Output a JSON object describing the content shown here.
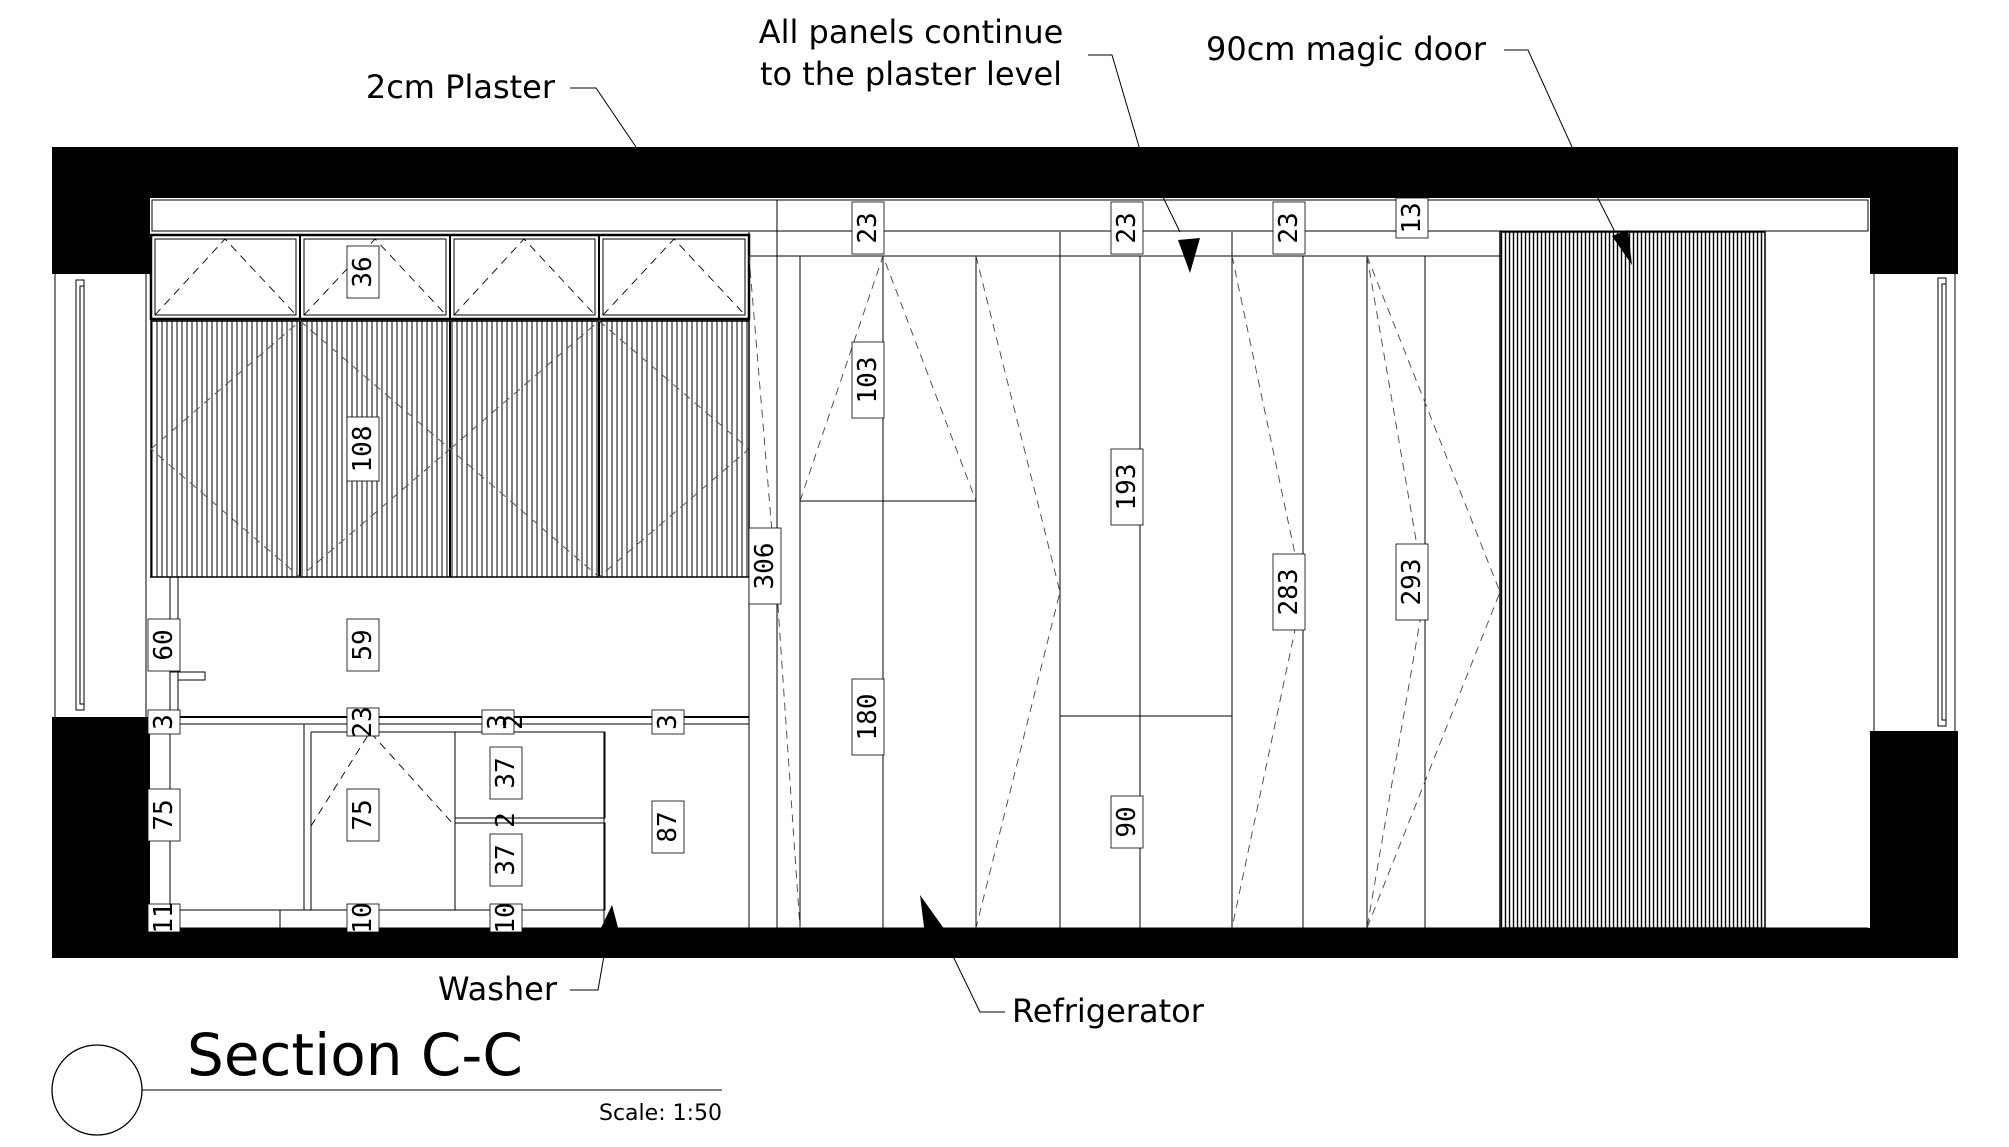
{
  "drawing": {
    "title": "Section C-C",
    "scale": "Scale: 1:50"
  },
  "callouts": {
    "plaster": "2cm Plaster",
    "panels_line1": "All panels continue",
    "panels_line2": "to the plaster level",
    "magic_door": "90cm magic door",
    "washer": "Washer",
    "refrigerator": "Refrigerator"
  },
  "dimensions": {
    "d36": "36",
    "d108": "108",
    "d60": "60",
    "d59": "59",
    "d3a": "3",
    "d23a": "23",
    "d3b": "3",
    "d2a": "2",
    "d37a": "37",
    "d2b": "2",
    "d3c": "3",
    "d75a": "75",
    "d75b": "75",
    "d37b": "37",
    "d87": "87",
    "d11": "11",
    "d10a": "10",
    "d10b": "10",
    "d306": "306",
    "d23b": "23",
    "d103": "103",
    "d180": "180",
    "d23c": "23",
    "d193": "193",
    "d90": "90",
    "d23d": "23",
    "d283": "283",
    "d13": "13",
    "d293": "293"
  }
}
